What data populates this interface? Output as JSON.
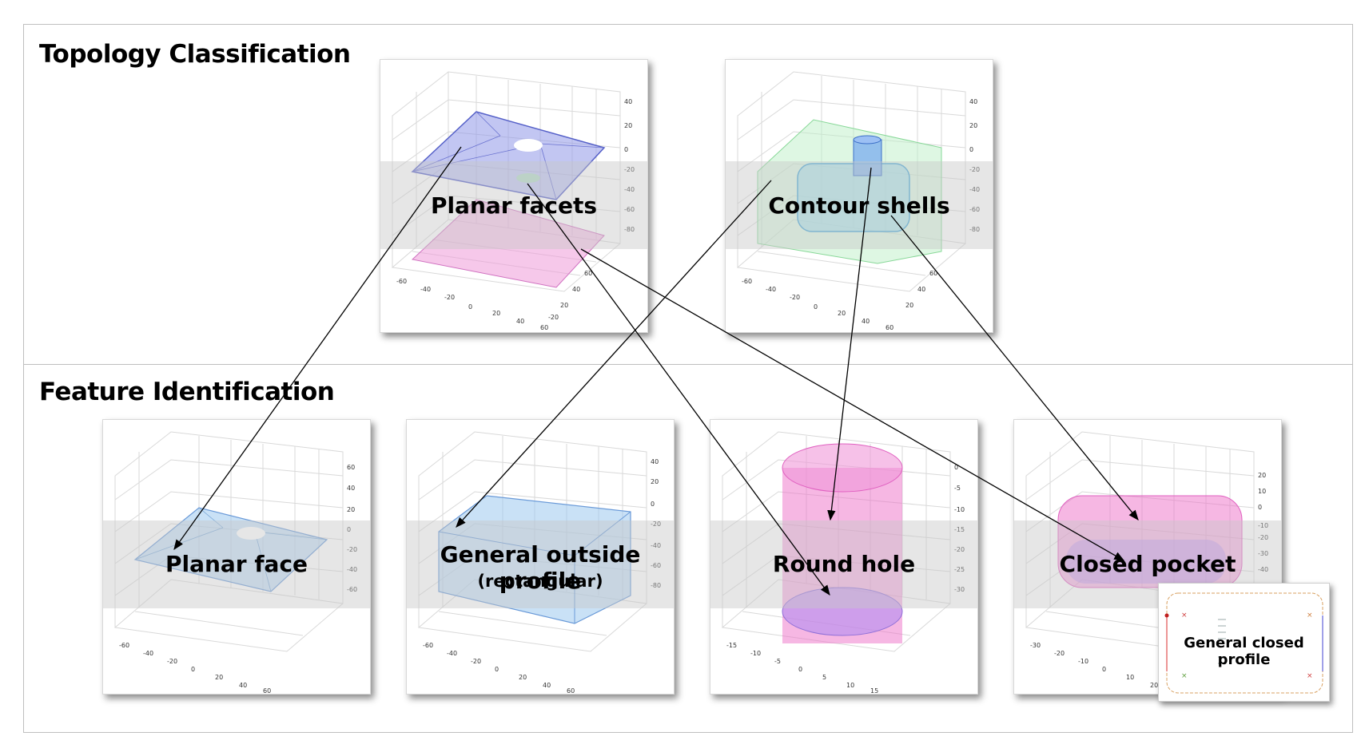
{
  "sections": {
    "topology": "Topology Classification",
    "feature": "Feature Identification"
  },
  "panels": {
    "planar_facets": {
      "label": "Planar facets"
    },
    "contour_shells": {
      "label": "Contour shells"
    },
    "planar_face": {
      "label": "Planar face"
    },
    "general_outside": {
      "label": "General outside profile",
      "sub": "(rectangular)"
    },
    "round_hole": {
      "label": "Round hole"
    },
    "closed_pocket": {
      "label": "Closed pocket"
    },
    "general_closed": {
      "label": "General closed profile"
    }
  },
  "colors": {
    "blue_face": "#8f97e8",
    "pink_face": "#ee9ad8",
    "green_shell": "#bdf0c8",
    "cyan_shell": "#8fd8f0",
    "light_blue": "#9cc8ef",
    "magenta": "#ee70c8",
    "violet": "#b48ef0",
    "arrow": "#000000",
    "band": "#d6d6d6"
  }
}
